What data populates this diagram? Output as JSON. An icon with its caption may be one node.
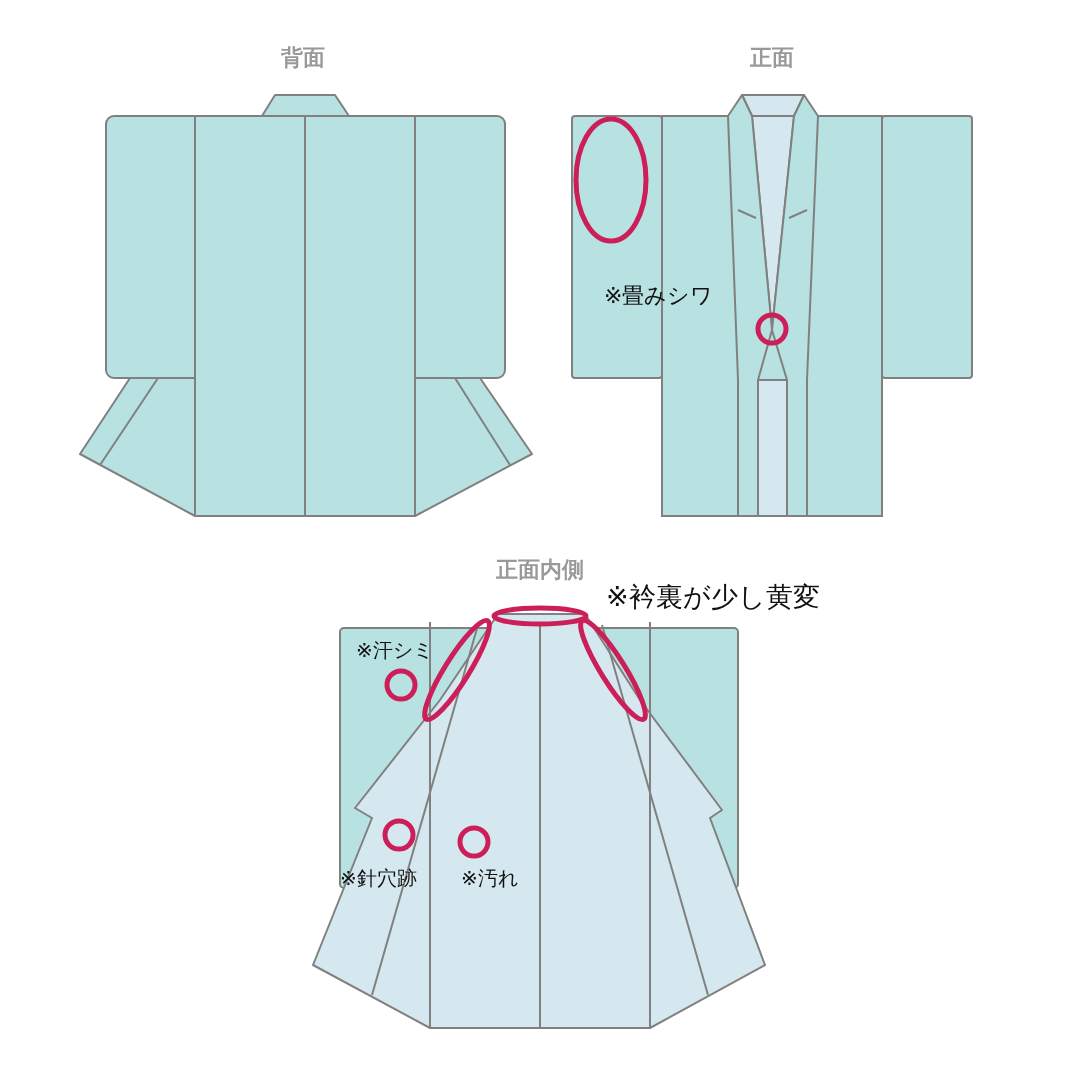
{
  "diagram": {
    "labels": [
      "背面",
      "正面",
      "※畳みシワ",
      "正面内側",
      "※衿裏が少し黄変",
      "※汗シミ",
      "※針穴跡",
      "※汚れ"
    ]
  }
}
